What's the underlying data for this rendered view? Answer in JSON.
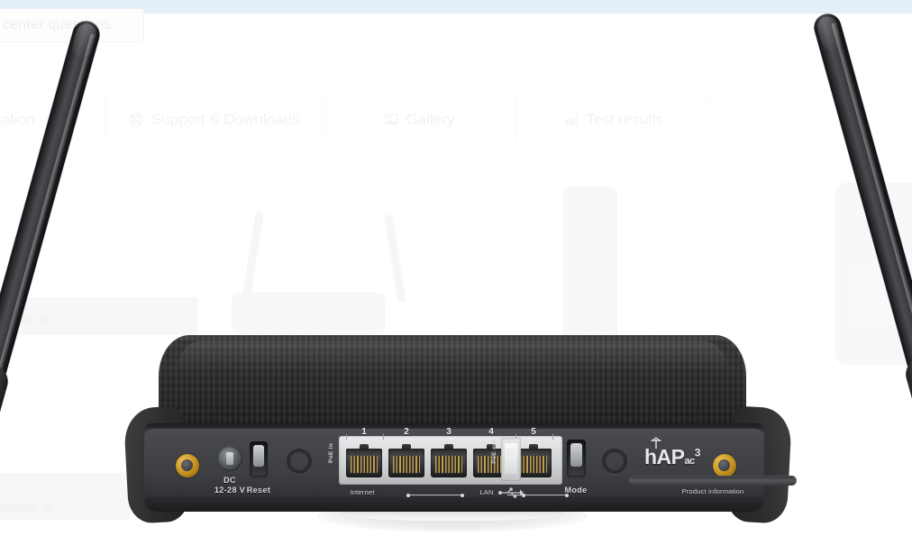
{
  "page": {
    "top_band_color": "#e4f0f8",
    "background_color": "#ffffff"
  },
  "question_tab": {
    "label": "urce center questions"
  },
  "tabs": [
    {
      "label": "cation",
      "icon": "document-icon"
    },
    {
      "label": "Support & Downloads",
      "icon": "lifebuoy-icon"
    },
    {
      "label": "Gallery",
      "icon": "image-icon"
    },
    {
      "label": "Test results",
      "icon": "bar-chart-icon"
    }
  ],
  "product": {
    "brand_name": "hAP",
    "brand_sub": "ac",
    "brand_sup": "3",
    "product_information_label": "Product information",
    "power": {
      "label_line1": "DC",
      "label_line2": "12-28 V"
    },
    "reset_label": "Reset",
    "mode_label": "Mode",
    "poe_in_label": "PoE in",
    "poe_out_label": "PoE out",
    "internet_label": "Internet",
    "lan_label": "LAN",
    "port_numbers": [
      "1",
      "2",
      "3",
      "4",
      "5"
    ],
    "accent_gold": "#c08d1c",
    "shell_color": "#2d2e30",
    "faceplate_color": "#45474a"
  }
}
